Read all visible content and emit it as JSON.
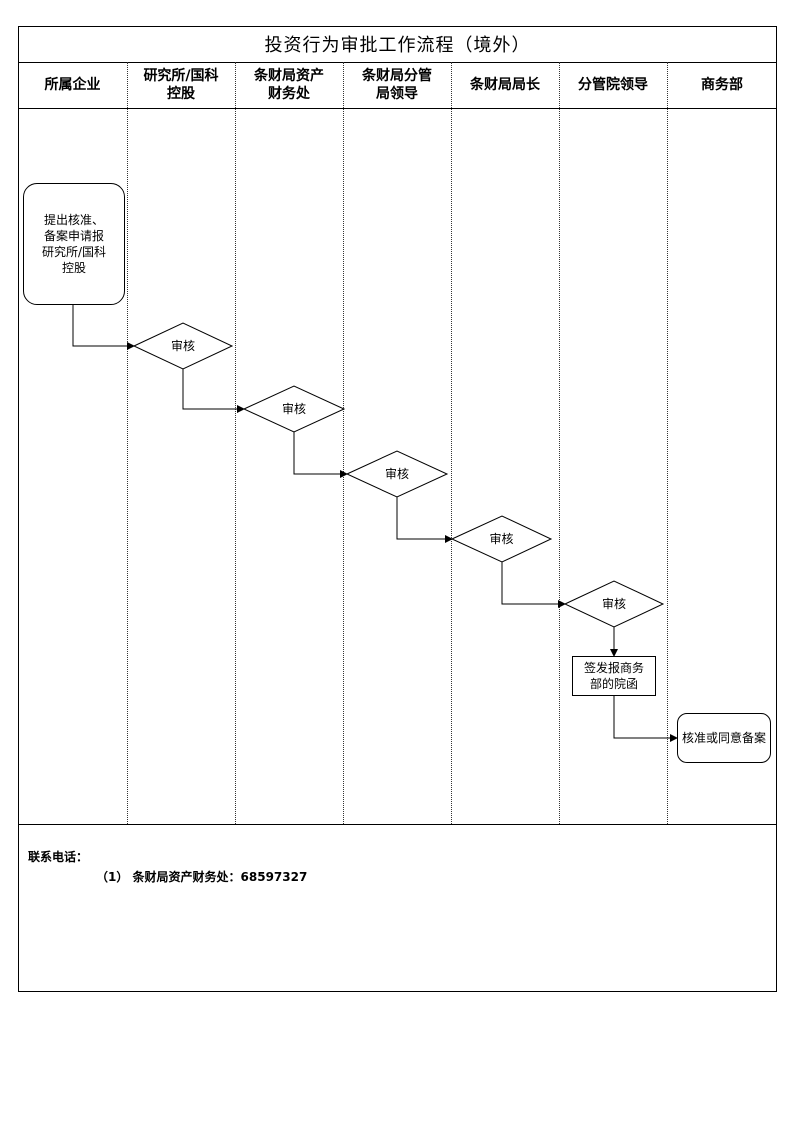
{
  "title": "投资行为审批工作流程（境外）",
  "lanes": [
    "所属企业",
    "研究所/国科\n控股",
    "条财局资产\n财务处",
    "条财局分管\n局领导",
    "条财局局长",
    "分管院领导",
    "商务部"
  ],
  "nodes": {
    "start": "提出核准、\n备案申请报\n研究所/国科\n控股",
    "review_1": "审核",
    "review_2": "审核",
    "review_3": "审核",
    "review_4": "审核",
    "review_5": "审核",
    "issue": "签发报商务\n部的院函",
    "end": "核准或同意备案"
  },
  "contact": {
    "label": "联系电话：",
    "line1": "（1） 条财局资产财务处：68597327"
  }
}
